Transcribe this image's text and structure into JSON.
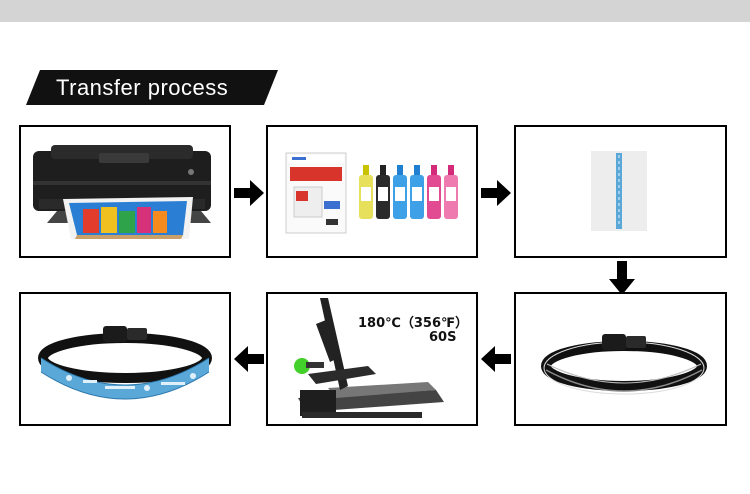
{
  "header": {
    "title": "Transfer process"
  },
  "heat_press": {
    "temperature": "180℃（356℉）",
    "time": "60S"
  },
  "steps": [
    {
      "name": "printer"
    },
    {
      "name": "sublimation-paper-and-ink"
    },
    {
      "name": "printed-transfer-paper"
    },
    {
      "name": "blank-belt"
    },
    {
      "name": "heat-press"
    },
    {
      "name": "finished-belt"
    }
  ],
  "colors": {
    "banner": "#111111",
    "topbar": "#d4d4d4",
    "belt_print": "#5aa8d8"
  }
}
